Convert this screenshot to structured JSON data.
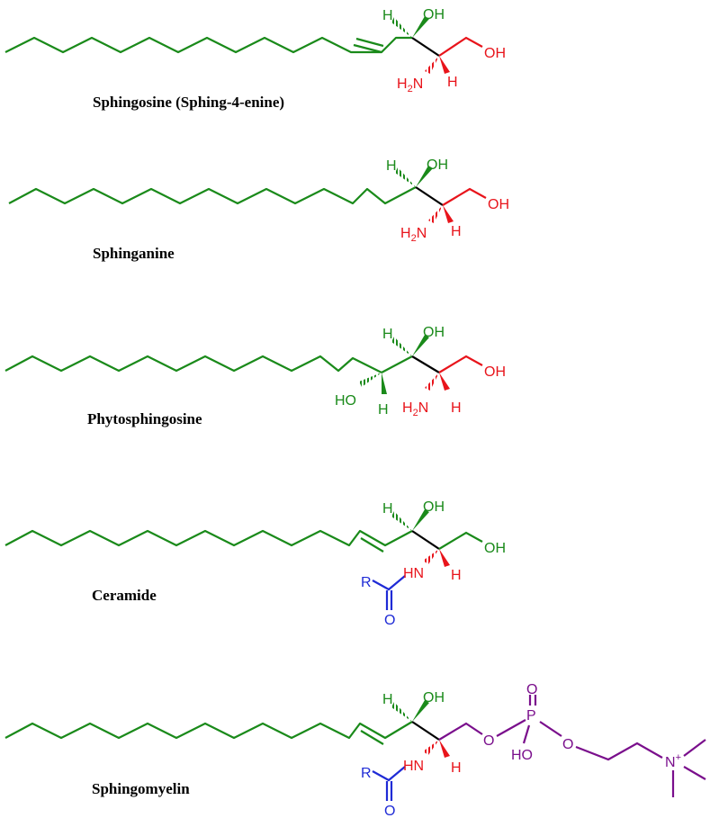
{
  "colors": {
    "chain": "#1a8a1a",
    "amine": "#e8141b",
    "acyl": "#1f2bd6",
    "phosphocholine": "#7a0f8c",
    "backbone": "#000000"
  },
  "molecules": [
    {
      "caption": "Sphingosine (Sphing-4-enine)",
      "labels": {
        "h_top": "H",
        "oh_top": "OH",
        "oh_end": "OH",
        "h2n": "H",
        "h2n_sub": "2",
        "h2n_n": "N",
        "h_bottom": "H"
      }
    },
    {
      "caption": "Sphinganine",
      "labels": {
        "h_top": "H",
        "oh_top": "OH",
        "oh_end": "OH",
        "h2n": "H",
        "h2n_sub": "2",
        "h2n_n": "N",
        "h_bottom": "H"
      }
    },
    {
      "caption": "Phytosphingosine",
      "labels": {
        "h_top": "H",
        "oh_top": "OH",
        "oh_end": "OH",
        "ho_c4": "HO",
        "h_c4": "H",
        "h2n": "H",
        "h2n_sub": "2",
        "h2n_n": "N",
        "h_bottom": "H"
      }
    },
    {
      "caption": "Ceramide",
      "labels": {
        "h_top": "H",
        "oh_top": "OH",
        "oh_end": "OH",
        "hn": "HN",
        "h_bottom": "H",
        "r": "R",
        "o": "O"
      }
    },
    {
      "caption": "Sphingomyelin",
      "labels": {
        "h_top": "H",
        "oh_top": "OH",
        "o_link": "O",
        "p": "P",
        "o_double": "O",
        "ho_p": "HO",
        "o_ester": "O",
        "n": "N",
        "n_charge": "+",
        "hn": "HN",
        "h_bottom": "H",
        "r": "R",
        "o": "O"
      }
    }
  ]
}
